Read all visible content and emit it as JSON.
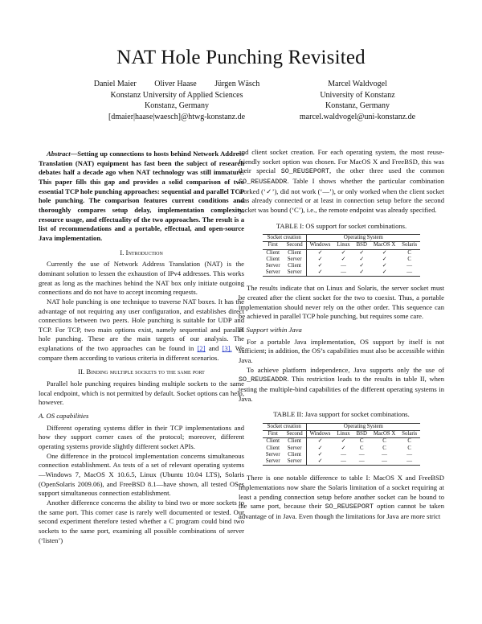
{
  "paper": {
    "title": "NAT Hole Punching Revisited",
    "authors_left": [
      "Daniel Maier",
      "Oliver Haase",
      "Jürgen Wäsch"
    ],
    "affil_left": [
      "Konstanz University of Applied Sciences",
      "Konstanz, Germany",
      "[dmaier|haase|waesch]@htwg-konstanz.de"
    ],
    "author_right": "Marcel Waldvogel",
    "affil_right": [
      "University of Konstanz",
      "Konstanz, Germany",
      "marcel.waldvogel@uni-konstanz.de"
    ]
  },
  "abstract": {
    "lead": "Abstract",
    "text": "—Setting up connections to hosts behind Network Address Translation (NAT) equipment has fast been the subject of research debates half a decade ago when NAT technology was still immature. This paper fills this gap and provides a solid comparison of two essential TCP hole punching approaches: sequential and parallel TCP hole punching. The comparison features current conditions and thoroughly compares setup delay, implementation complexity, resource usage, and effectuality of the two approaches. The result is a list of recommendations and a portable, effectual, and open-source Java implementation."
  },
  "sections": {
    "intro_heading": "I. Introduction",
    "intro_p1": "Currently the use of Network Address Translation (NAT) is the dominant solution to lessen the exhaustion of IPv4 addresses. This works great as long as the machines behind the NAT box only initiate outgoing connections and do not have to accept incoming requests.",
    "intro_p2_a": "NAT hole punching is one technique to traverse NAT boxes. It has the advantage of not requiring any user configuration, and establishes direct connections between two peers. Hole punching is suitable for UDP and TCP. For TCP, two main options exist, namely sequential and parallel hole punching. These are the main targets of our analysis. The explanations of the two approaches can be found in ",
    "ref2": "[2]",
    "intro_p2_b": " and ",
    "ref3": "[3].",
    "intro_p2_c": " We compare them according to various criteria in different scenarios.",
    "sec2_heading": "II. Binding multiple sockets to the same port",
    "sec2_p1": "Parallel hole punching requires binding multiple sockets to the same local endpoint, which is not permitted by default. Socket options can help, however.",
    "secA_heading": "A. OS capabilities",
    "secA_p1": "Different operating systems differ in their TCP implementations and how they support corner cases of the protocol; moreover, different operating systems provide slightly different socket APIs.",
    "secA_p2": "One difference in the protocol implementation concerns simultaneous connection establishment. As tests of a set of relevant operating systems—Windows 7, MacOS X 10.6.5, Linux (Ubuntu 10.04 LTS), Solaris (OpenSolaris 2009.06), and FreeBSD 8.1—have shown, all tested OSes support simultaneous connection establishment.",
    "secA_p3": "Another difference concerns the ability to bind two or more sockets to the same port. This corner case is rarely well documented or tested. Our second experiment therefore tested whether a C program could bind two sockets to the same port, examining all possible combinations of server (‘listen’)",
    "right_p1_a": "and client socket creation. For each operating system, the most reuse-friendly socket option was chosen. For MacOS X and FreeBSD, this was their special ",
    "so_reuseport": "SO_REUSEPORT",
    "right_p1_b": ", the other three used the common ",
    "so_reuseaddr": "SO_REUSEADDR",
    "right_p1_c": ". Table I shows whether the particular combination worked (‘✓’), did not work (‘—’), or only worked when the client socket was already connected or at least in connection setup before the second socket was bound (‘C’), i.e., the remote endpoint was already specified.",
    "right_p2": "The results indicate that on Linux and Solaris, the server socket must be created after the client socket for the two to coexist. Thus, a portable implementation should never rely on the other order. This sequence can be achieved in parallel TCP hole punching, but requires some care.",
    "secB_heading": "B. Support within Java",
    "secB_p1": "For a portable Java implementation, OS support by itself is not sufficient; in addition, the OS’s capabilities must also be accessible within Java.",
    "secB_p2_a": "To achieve platform independence, Java supports only the use of ",
    "secB_p2_b": ". This restriction leads to the results in table II, when testing the multiple-bind capabilities of the different operating systems in Java.",
    "final_p_a": "There is one notable difference to table I: MacOS X and FreeBSD implementations now share the Solaris limitation of a socket requiring at least a pending connection setup before another socket can be bound to the same port, because their ",
    "final_p_b": " option cannot be taken advantage of in Java. Even though the limitations for Java are more strict"
  },
  "table1": {
    "caption": "TABLE I: OS support for socket combinations.",
    "grp1": "Socket creation",
    "grp2": "Operating System",
    "cols": [
      "First",
      "Second",
      "Windows",
      "Linux",
      "BSD",
      "MacOS X",
      "Solaris"
    ],
    "rows": [
      [
        "Client",
        "Client",
        "✓",
        "✓",
        "✓",
        "✓",
        "C"
      ],
      [
        "Client",
        "Server",
        "✓",
        "✓",
        "✓",
        "✓",
        "C"
      ],
      [
        "Server",
        "Client",
        "✓",
        "—",
        "✓",
        "✓",
        "—"
      ],
      [
        "Server",
        "Server",
        "✓",
        "—",
        "✓",
        "✓",
        "—"
      ]
    ]
  },
  "table2": {
    "caption": "TABLE II: Java support for socket combinations.",
    "grp1": "Socket creation",
    "grp2": "Operating System",
    "cols": [
      "First",
      "Second",
      "Windows",
      "Linux",
      "BSD",
      "MacOS X",
      "Solaris"
    ],
    "rows": [
      [
        "Client",
        "Client",
        "✓",
        "✓",
        "C",
        "C",
        "C"
      ],
      [
        "Client",
        "Server",
        "✓",
        "✓",
        "C",
        "C",
        "C"
      ],
      [
        "Server",
        "Client",
        "✓",
        "—",
        "—",
        "—",
        "—"
      ],
      [
        "Server",
        "Server",
        "✓",
        "—",
        "—",
        "—",
        "—"
      ]
    ]
  }
}
